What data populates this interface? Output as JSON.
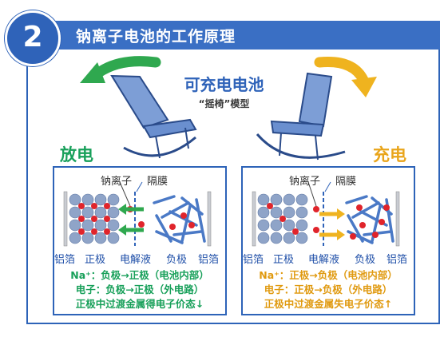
{
  "header": {
    "number": "2",
    "title": "钠离子电池的工作原理"
  },
  "center": {
    "title": "可充电电池",
    "subtitle": "“摇椅”模型"
  },
  "discharge": {
    "label": "放电",
    "sodium_ion": "钠离子",
    "separator": "隔膜",
    "al_foil_left": "铝箔",
    "positive": "正极",
    "electrolyte": "电解液",
    "negative": "负极",
    "al_foil_right": "铝箔",
    "line1": "Na⁺：负极→正极（电池内部）",
    "line2": "电子：负极→正极（外电路）",
    "line3": "正极中过渡金属得电子价态↓"
  },
  "charge": {
    "label": "充电",
    "sodium_ion": "钠离子",
    "separator": "隔膜",
    "al_foil_left": "铝箔",
    "positive": "正极",
    "electrolyte": "电解液",
    "negative": "负极",
    "al_foil_right": "铝箔",
    "line1": "Na⁺：正极→负极（电池内部）",
    "line2": "电子：正极→负极（外电路）",
    "line3": "正极中过渡金属失电子价态↑"
  },
  "colors": {
    "blue": "#2f63b9",
    "green": "#18a05a",
    "orange": "#e9a51b",
    "ion": "#e0242b"
  }
}
